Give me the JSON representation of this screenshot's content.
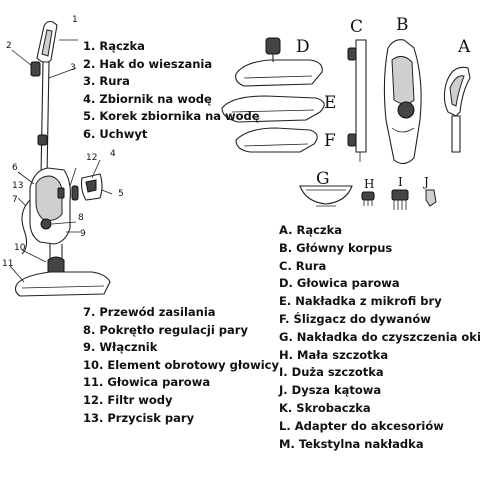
{
  "legend_top": [
    {
      "text": "1. Rączka"
    },
    {
      "text": "2. Hak do wieszania"
    },
    {
      "text": "3. Rura"
    },
    {
      "text": "4. Zbiornik na wodę"
    },
    {
      "text": "5. Korek zbiornika na wodę"
    },
    {
      "text": "6. Uchwyt"
    }
  ],
  "legend_left": [
    {
      "text": "7. Przewód zasilania"
    },
    {
      "text": "8. Pokrętło regulacji pary"
    },
    {
      "text": "9. Włącznik"
    },
    {
      "text": "10. Element obrotowy głowicy"
    },
    {
      "text": "11. Głowica parowa"
    },
    {
      "text": "12. Filtr wody"
    },
    {
      "text": "13. Przycisk pary"
    }
  ],
  "legend_right": [
    {
      "text": "A. Rączka"
    },
    {
      "text": "B. Główny korpus"
    },
    {
      "text": "C. Rura"
    },
    {
      "text": "D. Głowica parowa"
    },
    {
      "text": "E. Nakładka z mikrofi bry"
    },
    {
      "text": "F. Ślizgacz do dywanów"
    },
    {
      "text": "G. Nakładka do czyszczenia okien"
    },
    {
      "text": "H. Mała szczotka"
    },
    {
      "text": "I. Duża szczotka"
    },
    {
      "text": "J. Dysza kątowa"
    },
    {
      "text": "K. Skrobaczka"
    },
    {
      "text": "L. Adapter do akcesoriów"
    },
    {
      "text": "M. Tekstylna nakładka"
    }
  ],
  "callouts_numbered": [
    "1",
    "2",
    "3",
    "4",
    "5",
    "6",
    "7",
    "8",
    "9",
    "10",
    "11",
    "12",
    "13"
  ],
  "callouts_lettered": [
    "A",
    "B",
    "C",
    "D",
    "E",
    "F",
    "G",
    "H",
    "I",
    "J"
  ]
}
